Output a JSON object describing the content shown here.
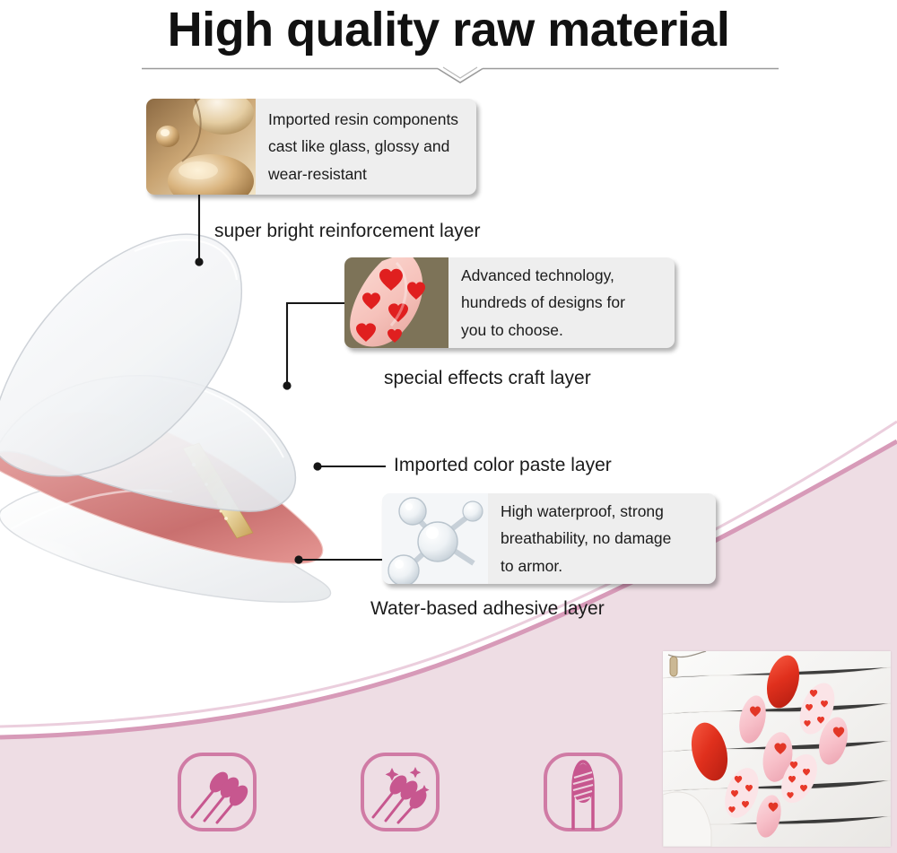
{
  "page": {
    "title": "High quality raw material",
    "background_color": "#ffffff",
    "accent_pink_fill": "#eedde4",
    "accent_pink_stroke": "#d79ab8",
    "icon_pink": "#c7578f",
    "card_background": "#eeeeee",
    "text_color": "#1b1b1b"
  },
  "divider": {
    "name": "title-divider-with-chevron",
    "color": "#9a9a9a"
  },
  "cards": [
    {
      "id": "resin",
      "thumb_name": "resin-droplets-thumbnail",
      "thumb_alt": "golden amber resin droplets",
      "lines": [
        "Imported resin components",
        "cast like glass, glossy and",
        "wear-resistant"
      ]
    },
    {
      "id": "design",
      "thumb_name": "heart-nail-design-thumbnail",
      "thumb_alt": "pink nail with red hearts",
      "lines": [
        "Advanced technology,",
        "hundreds of designs for",
        "you to choose."
      ]
    },
    {
      "id": "waterproof",
      "thumb_name": "clear-molecule-thumbnail",
      "thumb_alt": "transparent molecular crystal structure",
      "lines": [
        "High waterproof, strong",
        "breathability, no damage",
        "to armor."
      ]
    }
  ],
  "layer_labels": {
    "reinforcement": "super bright  reinforcement layer",
    "special_effects": "special effects craft layer",
    "color_paste": "Imported color paste layer",
    "adhesive": "Water-based adhesive layer"
  },
  "illustration": {
    "name": "exploded-nail-layers-diagram",
    "layers": [
      "clear top reinforcement layer",
      "clear special effects craft layer",
      "pink imported color paste layer with gold glitter edge",
      "clear water-based adhesive layer"
    ]
  },
  "feature_icons": [
    {
      "name": "three-nails-icon",
      "label": "plain press-on nails"
    },
    {
      "name": "sparkle-nails-icon",
      "label": "nails with sparkle designs"
    },
    {
      "name": "striped-nail-finger-icon",
      "label": "striped nail on finger"
    }
  ],
  "product_photo": {
    "name": "press-on-nails-photo",
    "alt": "red and pink press-on nails with heart patterns on white fabric"
  }
}
